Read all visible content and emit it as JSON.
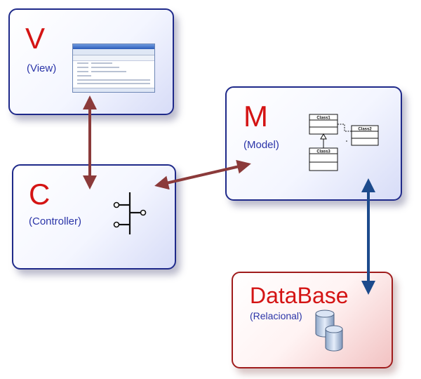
{
  "view": {
    "letter": "V",
    "sublabel": "(View)"
  },
  "controller": {
    "letter": "C",
    "sublabel": "(Controller)"
  },
  "model": {
    "letter": "M",
    "sublabel": "(Model)",
    "classes": [
      "Class1",
      "Class2",
      "Class3"
    ]
  },
  "database": {
    "title": "DataBase",
    "sublabel": "(Relacional)"
  },
  "colors": {
    "letter": "#d41414",
    "sublabel": "#2b35a8",
    "box_border": "#1f2a8a",
    "db_border": "#a01c1c",
    "arrow_brown": "#8b3a3a",
    "arrow_blue": "#1c4a8c"
  }
}
